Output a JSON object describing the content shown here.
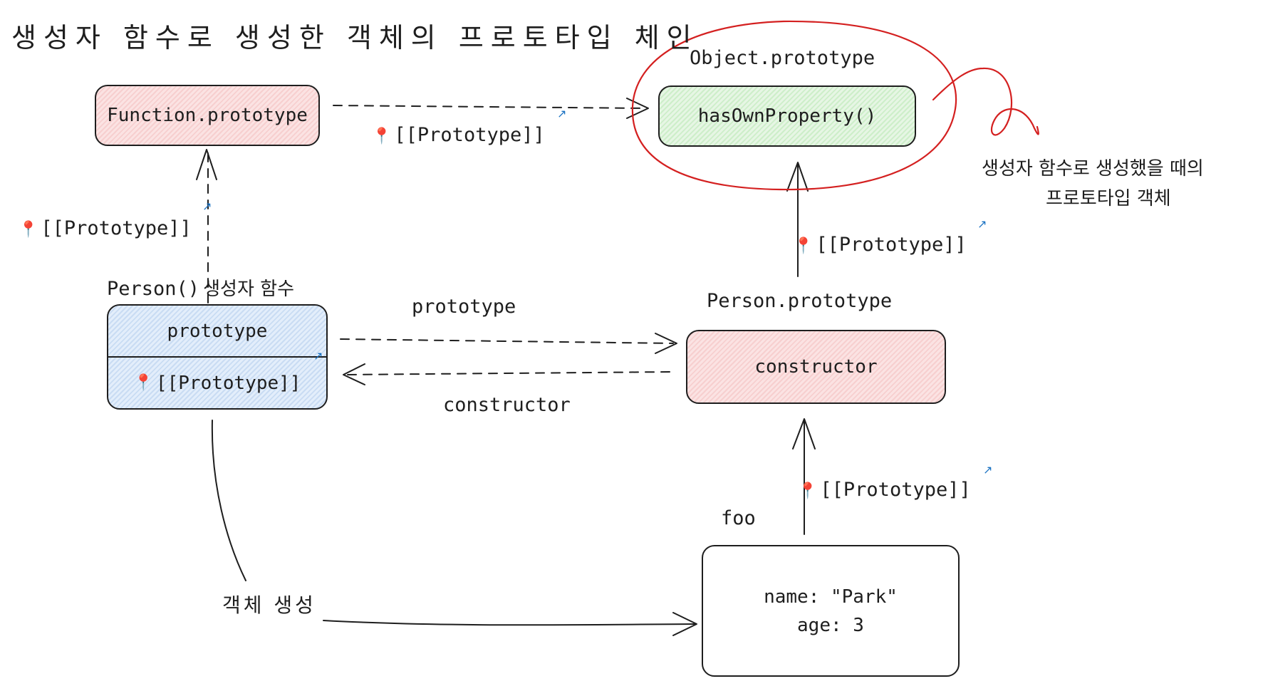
{
  "title": "생성자 함수로 생성한 객체의 프로토타입 체인",
  "nodes": {
    "function_prototype": "Function.prototype",
    "object_prototype_label": "Object.prototype",
    "has_own_property": "hasOwnProperty()",
    "person_label": "Person()",
    "person_label_suffix": "생성자 함수",
    "person_prototype_field": "prototype",
    "person_proto_field": "[[Prototype]]",
    "person_prototype_label": "Person.prototype",
    "constructor_field": "constructor",
    "foo_label": "foo",
    "foo_name": "name: \"Park\"",
    "foo_age": "age: 3"
  },
  "edges": {
    "function_to_object": "[[Prototype]]",
    "person_to_function": "[[Prototype]]",
    "personproto_to_object": "[[Prototype]]",
    "foo_to_personproto": "[[Prototype]]",
    "prototype_arrow": "prototype",
    "constructor_arrow": "constructor",
    "create_object": "객체 생성"
  },
  "annotation": {
    "line1": "생성자 함수로 생성했을 때의",
    "line2": "프로토타입 객체"
  },
  "colors": {
    "stroke": "#1e1e1e",
    "highlight": "#d42020",
    "pink_fill": "#fbe3e3",
    "green_fill": "#e6f6e4",
    "blue_fill": "#e3eefb",
    "link": "#1971c2"
  },
  "icons": {
    "pin": "pin-icon",
    "link": "external-link-icon"
  }
}
